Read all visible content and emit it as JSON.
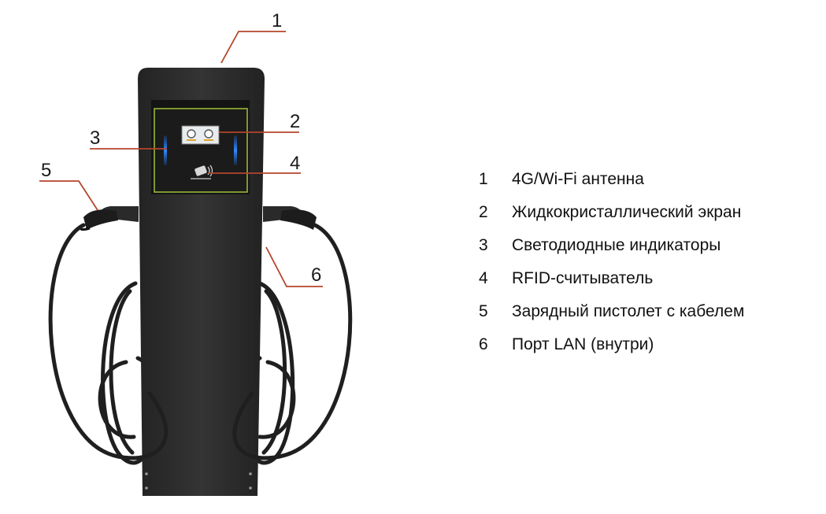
{
  "callouts": [
    "1",
    "2",
    "3",
    "4",
    "5",
    "6"
  ],
  "legend": [
    {
      "num": "1",
      "text": "4G/Wi-Fi антенна"
    },
    {
      "num": "2",
      "text": "Жидкокристаллический экран"
    },
    {
      "num": "3",
      "text": "Светодиодные индикаторы"
    },
    {
      "num": "4",
      "text": "RFID-считыватель"
    },
    {
      "num": "5",
      "text": "Зарядный пистолет с кабелем"
    },
    {
      "num": "6",
      "text": "Порт LAN (внутри)"
    }
  ],
  "colors": {
    "body": "#2b2b2b",
    "cable": "#1f1f1f",
    "leader_line": "#b5452c",
    "screen_border": "#9fc23a",
    "led": "#1e6fe0"
  },
  "icons": [
    "charging-station-illustration",
    "contactless-card-icon"
  ]
}
